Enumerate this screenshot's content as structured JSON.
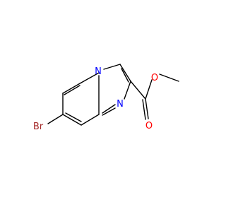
{
  "molecule": {
    "atoms": [
      {
        "id": "N1",
        "label": "N",
        "color": "#0000ff"
      },
      {
        "id": "N2",
        "label": "N",
        "color": "#0000ff"
      },
      {
        "id": "O1",
        "label": "O",
        "color": "#ff0000"
      },
      {
        "id": "O2",
        "label": "O",
        "color": "#ff0000"
      },
      {
        "id": "Br",
        "label": "Br",
        "color": "#a52a2a"
      }
    ],
    "bond_color": "#000000"
  }
}
